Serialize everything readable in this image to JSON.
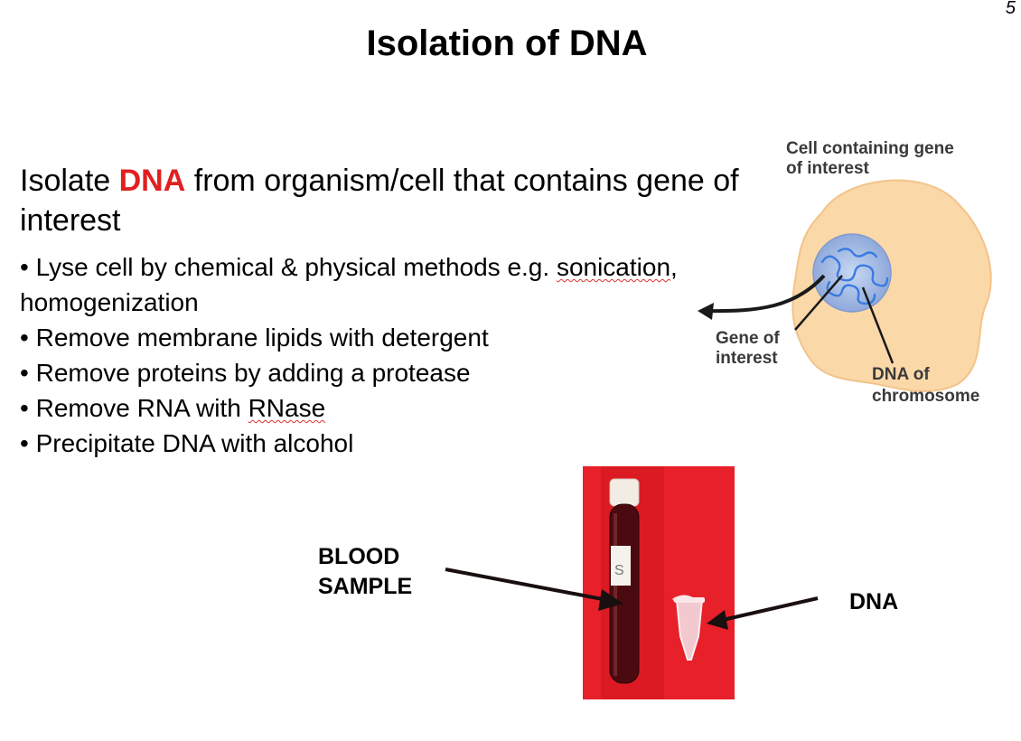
{
  "slide": {
    "page_number": "5",
    "title": "Isolation of DNA",
    "lead_prefix": "Isolate ",
    "lead_highlight": "DNA",
    "lead_suffix": " from organism/cell that contains gene of interest"
  },
  "bullets": [
    {
      "bullet": "•",
      "pre": " Lyse cell by chemical & physical methods e.g. ",
      "wavy": "sonication",
      "post": ", homogenization"
    },
    {
      "bullet": "•",
      "pre": " Remove membrane lipids with detergent",
      "wavy": "",
      "post": ""
    },
    {
      "bullet": "•",
      "pre": " Remove proteins by adding a protease",
      "wavy": "",
      "post": ""
    },
    {
      "bullet": "•",
      "pre": " Remove RNA with ",
      "wavy": "RNase",
      "post": ""
    },
    {
      "bullet": "•",
      "pre": " Precipitate DNA with alcohol",
      "wavy": "",
      "post": ""
    }
  ],
  "diagram": {
    "caption_line1": "Cell containing gene",
    "caption_line2": "of interest",
    "gene_line1": "Gene of",
    "gene_line2": "interest",
    "chrom_line1": "DNA of",
    "chrom_line2": "chromosome"
  },
  "photo": {
    "blood_line1": "BLOOD",
    "blood_line2": "SAMPLE",
    "dna_label": "DNA",
    "tube_label": "S"
  },
  "colors": {
    "highlight": "#e02020",
    "cell": "#fbd8a8",
    "nucleus": "#a9bfe6",
    "photo_bg": "#e8202a",
    "blood": "#4a0a10"
  }
}
